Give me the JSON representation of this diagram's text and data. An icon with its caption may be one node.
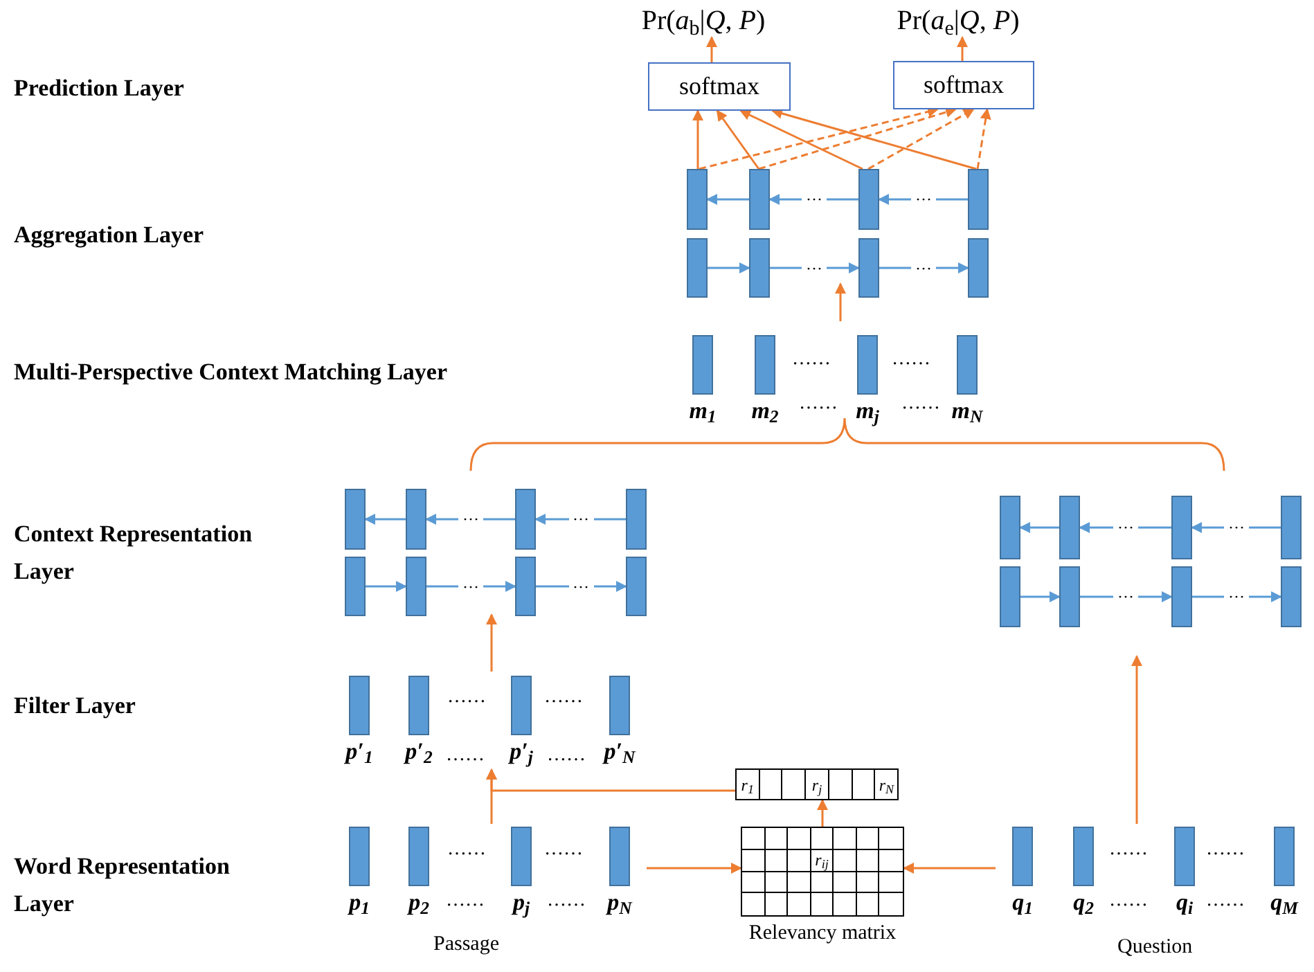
{
  "diagram": {
    "nodes": [
      {
        "text": [
          "Pr(*a*$_{b}$|*Q*, *P*)"
        ]
      },
      {
        "text": [
          "Pr(*a*$_{e}$|*Q*, *P*)"
        ]
      },
      {
        "text": [
          "softmax"
        ]
      },
      {
        "text": [
          "softmax"
        ]
      },
      {
        "text": [],
        "shape": "bar"
      },
      {
        "text": [],
        "shape": "bar"
      },
      {
        "text": [],
        "shape": "bar"
      },
      {
        "text": [],
        "shape": "bar"
      },
      {
        "text": [],
        "shape": "bar"
      },
      {
        "text": [],
        "shape": "bar"
      },
      {
        "text": [],
        "shape": "bar"
      },
      {
        "text": [],
        "shape": "bar"
      },
      {
        "text": [
          "m$_{1}$"
        ]
      },
      {
        "text": [
          "m$_{2}$"
        ]
      },
      {
        "text": [
          "m$_{j}$"
        ]
      },
      {
        "text": [
          "m$_{N}$"
        ]
      },
      {
        "text": [],
        "shape": "bar"
      },
      {
        "text": [],
        "shape": "bar"
      },
      {
        "text": [],
        "shape": "bar"
      },
      {
        "text": [],
        "shape": "bar"
      },
      {
        "text": [],
        "shape": "bar"
      },
      {
        "text": [],
        "shape": "bar"
      },
      {
        "text": [],
        "shape": "bar"
      },
      {
        "text": [],
        "shape": "bar"
      },
      {
        "text": [],
        "shape": "bar"
      },
      {
        "text": [],
        "shape": "bar"
      },
      {
        "text": [],
        "shape": "bar"
      },
      {
        "text": [],
        "shape": "bar"
      },
      {
        "text": [],
        "shape": "bar"
      },
      {
        "text": [],
        "shape": "bar"
      },
      {
        "text": [],
        "shape": "bar"
      },
      {
        "text": [],
        "shape": "bar"
      },
      {
        "text": [
          "p′$_{1}$"
        ]
      },
      {
        "text": [
          "p′$_{2}$"
        ]
      },
      {
        "text": [
          "p′$_{j}$"
        ]
      },
      {
        "text": [
          "p′$_{N}$"
        ]
      },
      {
        "text": [
          "r$_{1}$",
          "r$_{j}$",
          "r$_{N}$"
        ]
      },
      {
        "text": [
          "p$_{1}$"
        ]
      },
      {
        "text": [
          "p$_{2}$"
        ]
      },
      {
        "text": [
          "p$_{j}$"
        ]
      },
      {
        "text": [
          "p$_{N}$"
        ]
      },
      {
        "text": [
          "r$_{ij}$"
        ],
        "beside": [
          "Relevancy matrix"
        ]
      },
      {
        "text": [
          "q$_{1}$"
        ]
      },
      {
        "text": [
          "q$_{2}$"
        ]
      },
      {
        "text": [
          "q$_{i}$"
        ]
      },
      {
        "text": [
          "q$_{M}$"
        ]
      }
    ],
    "edges": [
      {
        "from": 2,
        "to": 0,
        "arrow": "to",
        "color": "#ed7d31"
      },
      {
        "from": 3,
        "to": 1,
        "arrow": "to",
        "color": "#ed7d31"
      },
      {
        "from": 4,
        "to": 2,
        "arrow": "to",
        "color": "#ed7d31"
      },
      {
        "from": 5,
        "to": 2,
        "arrow": "to",
        "color": "#ed7d31"
      },
      {
        "from": 6,
        "to": 2,
        "arrow": "to",
        "color": "#ed7d31"
      },
      {
        "from": 7,
        "to": 2,
        "arrow": "to",
        "color": "#ed7d31"
      },
      {
        "from": 4,
        "to": 3,
        "arrow": "to",
        "style": "dashed",
        "color": "#ed7d31"
      },
      {
        "from": 5,
        "to": 3,
        "arrow": "to",
        "style": "dashed",
        "color": "#ed7d31"
      },
      {
        "from": 6,
        "to": 3,
        "arrow": "to",
        "style": "dashed",
        "color": "#ed7d31"
      },
      {
        "from": 7,
        "to": 3,
        "arrow": "to",
        "style": "dashed",
        "color": "#ed7d31"
      },
      {
        "from": 5,
        "to": 4,
        "arrow": "to",
        "color": "#5b9bd5"
      },
      {
        "from": 6,
        "to": 5,
        "arrow": "to",
        "label": "···",
        "color": "#5b9bd5"
      },
      {
        "from": 7,
        "to": 6,
        "arrow": "to",
        "label": "···",
        "color": "#5b9bd5"
      },
      {
        "from": 8,
        "to": 9,
        "arrow": "to",
        "color": "#5b9bd5"
      },
      {
        "from": 9,
        "to": 10,
        "arrow": "to",
        "label": "···",
        "color": "#5b9bd5"
      },
      {
        "from": 10,
        "to": 11,
        "arrow": "to",
        "label": "···",
        "color": "#5b9bd5"
      },
      {
        "from": null,
        "to": 10,
        "arrow": "to",
        "color": "#ed7d31"
      },
      {
        "from": 17,
        "to": 16,
        "arrow": "to",
        "color": "#5b9bd5"
      },
      {
        "from": 18,
        "to": 17,
        "arrow": "to",
        "label": "···",
        "color": "#5b9bd5"
      },
      {
        "from": 19,
        "to": 18,
        "arrow": "to",
        "label": "···",
        "color": "#5b9bd5"
      },
      {
        "from": 20,
        "to": 21,
        "arrow": "to",
        "color": "#5b9bd5"
      },
      {
        "from": 21,
        "to": 22,
        "arrow": "to",
        "label": "···",
        "color": "#5b9bd5"
      },
      {
        "from": 22,
        "to": 23,
        "arrow": "to",
        "label": "···",
        "color": "#5b9bd5"
      },
      {
        "from": null,
        "to": 22,
        "arrow": "to",
        "color": "#ed7d31"
      },
      {
        "from": 25,
        "to": 24,
        "arrow": "to",
        "color": "#5b9bd5"
      },
      {
        "from": 26,
        "to": 25,
        "arrow": "to",
        "label": "···",
        "color": "#5b9bd5"
      },
      {
        "from": 27,
        "to": 26,
        "arrow": "to",
        "label": "···",
        "color": "#5b9bd5"
      },
      {
        "from": 28,
        "to": 29,
        "arrow": "to",
        "color": "#5b9bd5"
      },
      {
        "from": 29,
        "to": 30,
        "arrow": "to",
        "label": "···",
        "color": "#5b9bd5"
      },
      {
        "from": 30,
        "to": 31,
        "arrow": "to",
        "label": "···",
        "color": "#5b9bd5"
      },
      {
        "from": null,
        "to": 30,
        "arrow": "to",
        "color": "#ed7d31"
      },
      {
        "from": 36,
        "to": 34,
        "arrow": "to",
        "color": "#ed7d31"
      },
      {
        "from": null,
        "to": 34,
        "arrow": "to",
        "color": "#ed7d31"
      },
      {
        "from": 41,
        "to": 36,
        "arrow": "to",
        "color": "#ed7d31"
      },
      {
        "from": 40,
        "to": 41,
        "arrow": "to",
        "color": "#ed7d31"
      },
      {
        "from": 42,
        "to": 41,
        "arrow": "to",
        "color": "#ed7d31"
      }
    ],
    "labels": [
      "Prediction Layer",
      "Aggregation Layer",
      "Multi-Perspective Context Matching Layer",
      "……",
      "……",
      "……",
      "……",
      "Context Representation Layer",
      "Filter Layer",
      "……",
      "……",
      "……",
      "……",
      "Word Representation Layer",
      "……",
      "……",
      "……",
      "……",
      "……",
      "……",
      "……",
      "……",
      "Passage",
      "Question"
    ]
  }
}
